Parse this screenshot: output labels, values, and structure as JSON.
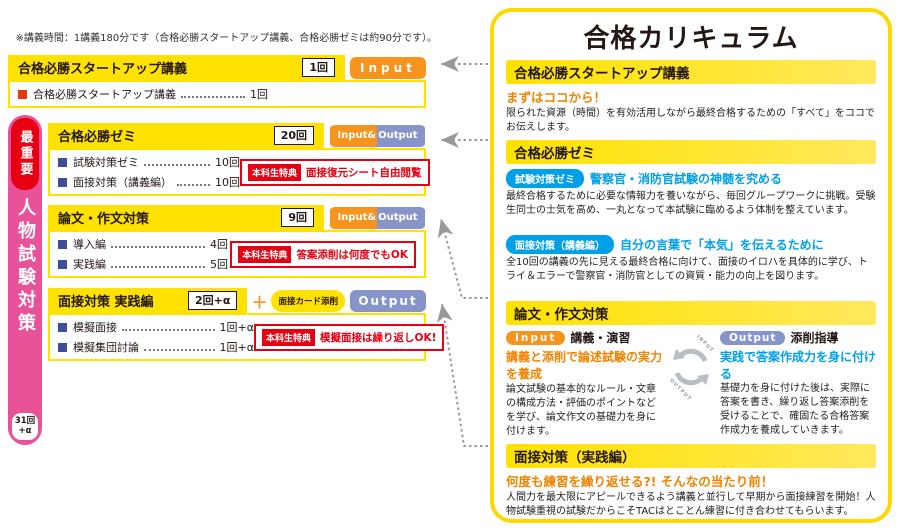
{
  "note": "※講義時間：1講義180分です（合格必勝スタートアップ講義、合格必勝ゼミは約90分です）。",
  "colors": {
    "yellow": "#ffe200",
    "orange": "#f7941d",
    "output_purple": "#8794c9",
    "red": "#e60012",
    "pink": "#e85298",
    "blue": "#00a0e9"
  },
  "side_banner": {
    "badge": "最重要",
    "title": "人物試験対策",
    "count": "31回+α"
  },
  "blocks": [
    {
      "title": "合格必勝スタートアップ講義",
      "count": "1回",
      "io": "Input",
      "items": [
        {
          "label": "合格必勝スタートアップ講義",
          "count": "1回"
        }
      ]
    },
    {
      "title": "合格必勝ゼミ",
      "count": "20回",
      "io_left": "Input&",
      "io_right": "Output",
      "items": [
        {
          "label": "試験対策ゼミ",
          "count": "10回"
        },
        {
          "label": "面接対策（講義編）",
          "count": "10回"
        }
      ],
      "privilege": {
        "badge": "本科生特典",
        "text": "面接復元シート自由閲覧"
      }
    },
    {
      "title": "論文・作文対策",
      "count": "9回",
      "io_left": "Input&",
      "io_right": "Output",
      "items": [
        {
          "label": "導入編",
          "count": "4回"
        },
        {
          "label": "実践編",
          "count": "5回"
        }
      ],
      "privilege": {
        "badge": "本科生特典",
        "text": "答案添削は何度でもOK"
      }
    },
    {
      "title": "面接対策 実践編",
      "count": "2回+α",
      "plus": "＋",
      "oval": "面接カード添削",
      "io": "Output",
      "items": [
        {
          "label": "模擬面接",
          "count": "1回+α"
        },
        {
          "label": "模擬集団討論",
          "count": "1回+α"
        }
      ],
      "privilege": {
        "badge": "本科生特典",
        "text": "模擬面接は繰り返しOK!"
      }
    }
  ],
  "panel": {
    "title": "合格カリキュラム",
    "section1": {
      "heading": "合格必勝スタートアップ講義",
      "lead": "まずはココから！",
      "body": "限られた資源（時間）を有効活用しながら最終合格するための「すべて」をココでお伝えします。"
    },
    "section2": {
      "heading": "合格必勝ゼミ",
      "sub1": {
        "badge": "試験対策ゼミ",
        "lead": "警察官・消防官試験の神髄を究める",
        "body": "最終合格するために必要な情報力を養いながら、毎回グループワークに挑戦。受験生同士の士気を高め、一丸となって本試験に臨めるよう体制を整えています。"
      },
      "sub2": {
        "badge": "面接対策（講義編）",
        "lead": "自分の言葉で「本気」を伝えるために",
        "body": "全10回の講義の先に見える最終合格に向けて、面接のイロハを具体的に学び、トライ＆エラーで警察官・消防官としての資質・能力の向上を図ります。"
      }
    },
    "section3": {
      "heading": "論文・作文対策",
      "input": {
        "badge": "Input",
        "label": "講義・演習",
        "lead": "講義と添削で論述試験の実力を養成",
        "body": "論文試験の基本的なルール・文章の構成方法・評価のポイントなどを学び、論文作文の基礎力を身に付けます。"
      },
      "output": {
        "badge": "Output",
        "label": "添削指導",
        "lead": "実践で答案作成力を身に付ける",
        "body": "基礎力を身に付けた後は、実際に答案を書き、繰り返し答案添削を受けることで、確固たる合格答案作成力を養成していきます。"
      },
      "cycle": {
        "top": "INPUT",
        "bottom": "OUTPUT"
      }
    },
    "section4": {
      "heading": "面接対策（実践編）",
      "lead": "何度も練習を繰り返せる?! そんなの当たり前！",
      "body": "人間力を最大限にアピールできるよう講義と並行して早期から面接練習を開始！人物試験重視の試験だからこそTACはとことん練習に付き合わせてもらいます。"
    }
  }
}
